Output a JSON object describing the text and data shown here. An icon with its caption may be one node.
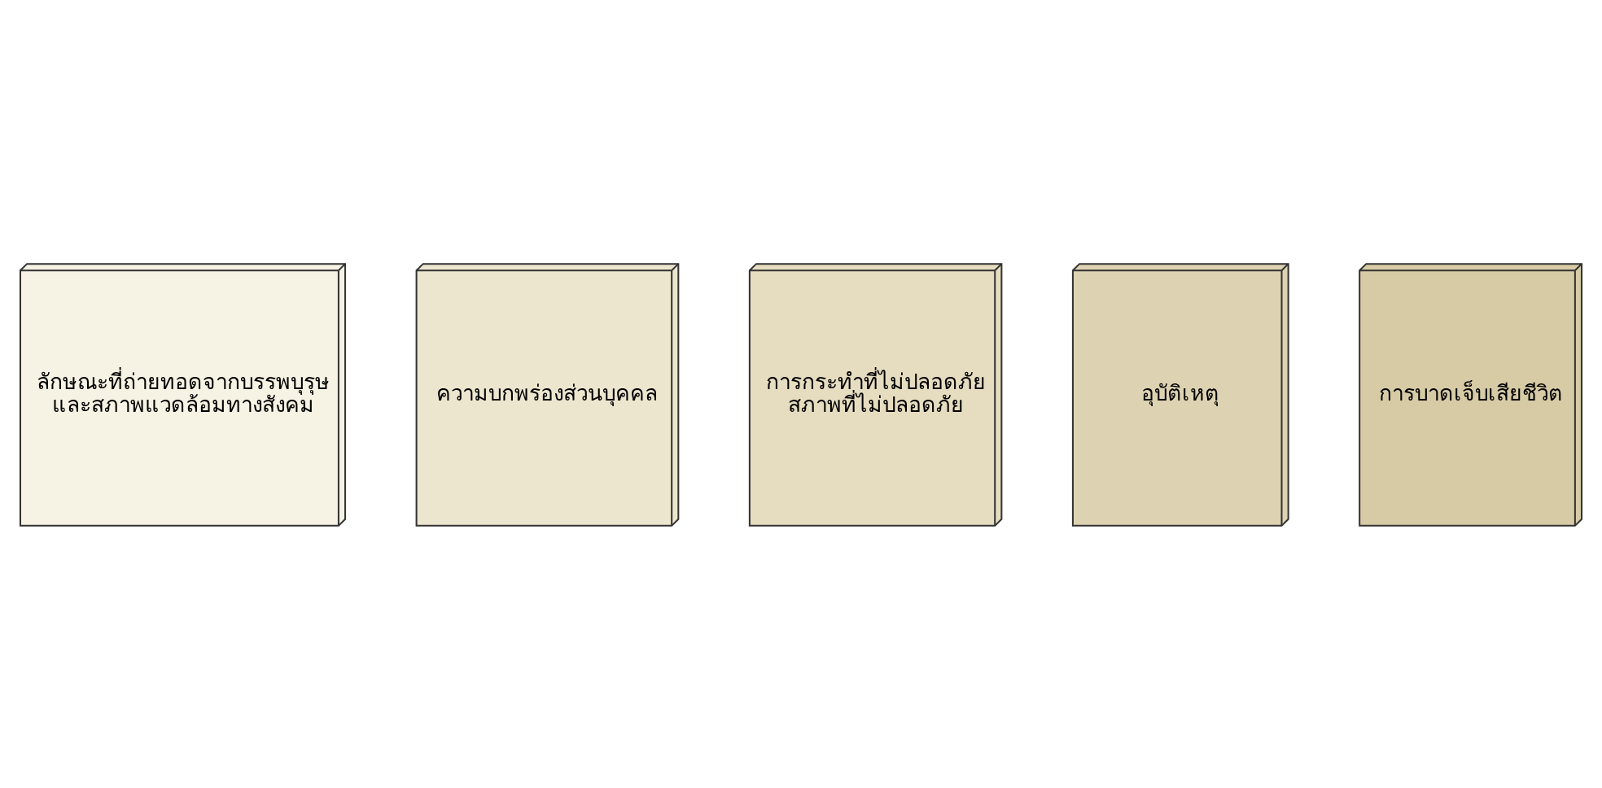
{
  "diagram": {
    "nodes": [
      {
        "text": [
          "ลักษณะที่ถ่ายทอดจากบรรพบุรุษ และสภาพแวดล้อมทางสังคม"
        ]
      },
      {
        "text": [
          "ความบกพร่องส่วนบุคคล"
        ]
      },
      {
        "text": [
          "การกระทำที่ไม่ปลอดภัย สภาพที่ไม่ปลอดภัย"
        ]
      },
      {
        "text": [
          "อุบัติเหตุ"
        ]
      },
      {
        "text": [
          "การบาดเจ็บเสียชีวิต"
        ]
      }
    ]
  }
}
